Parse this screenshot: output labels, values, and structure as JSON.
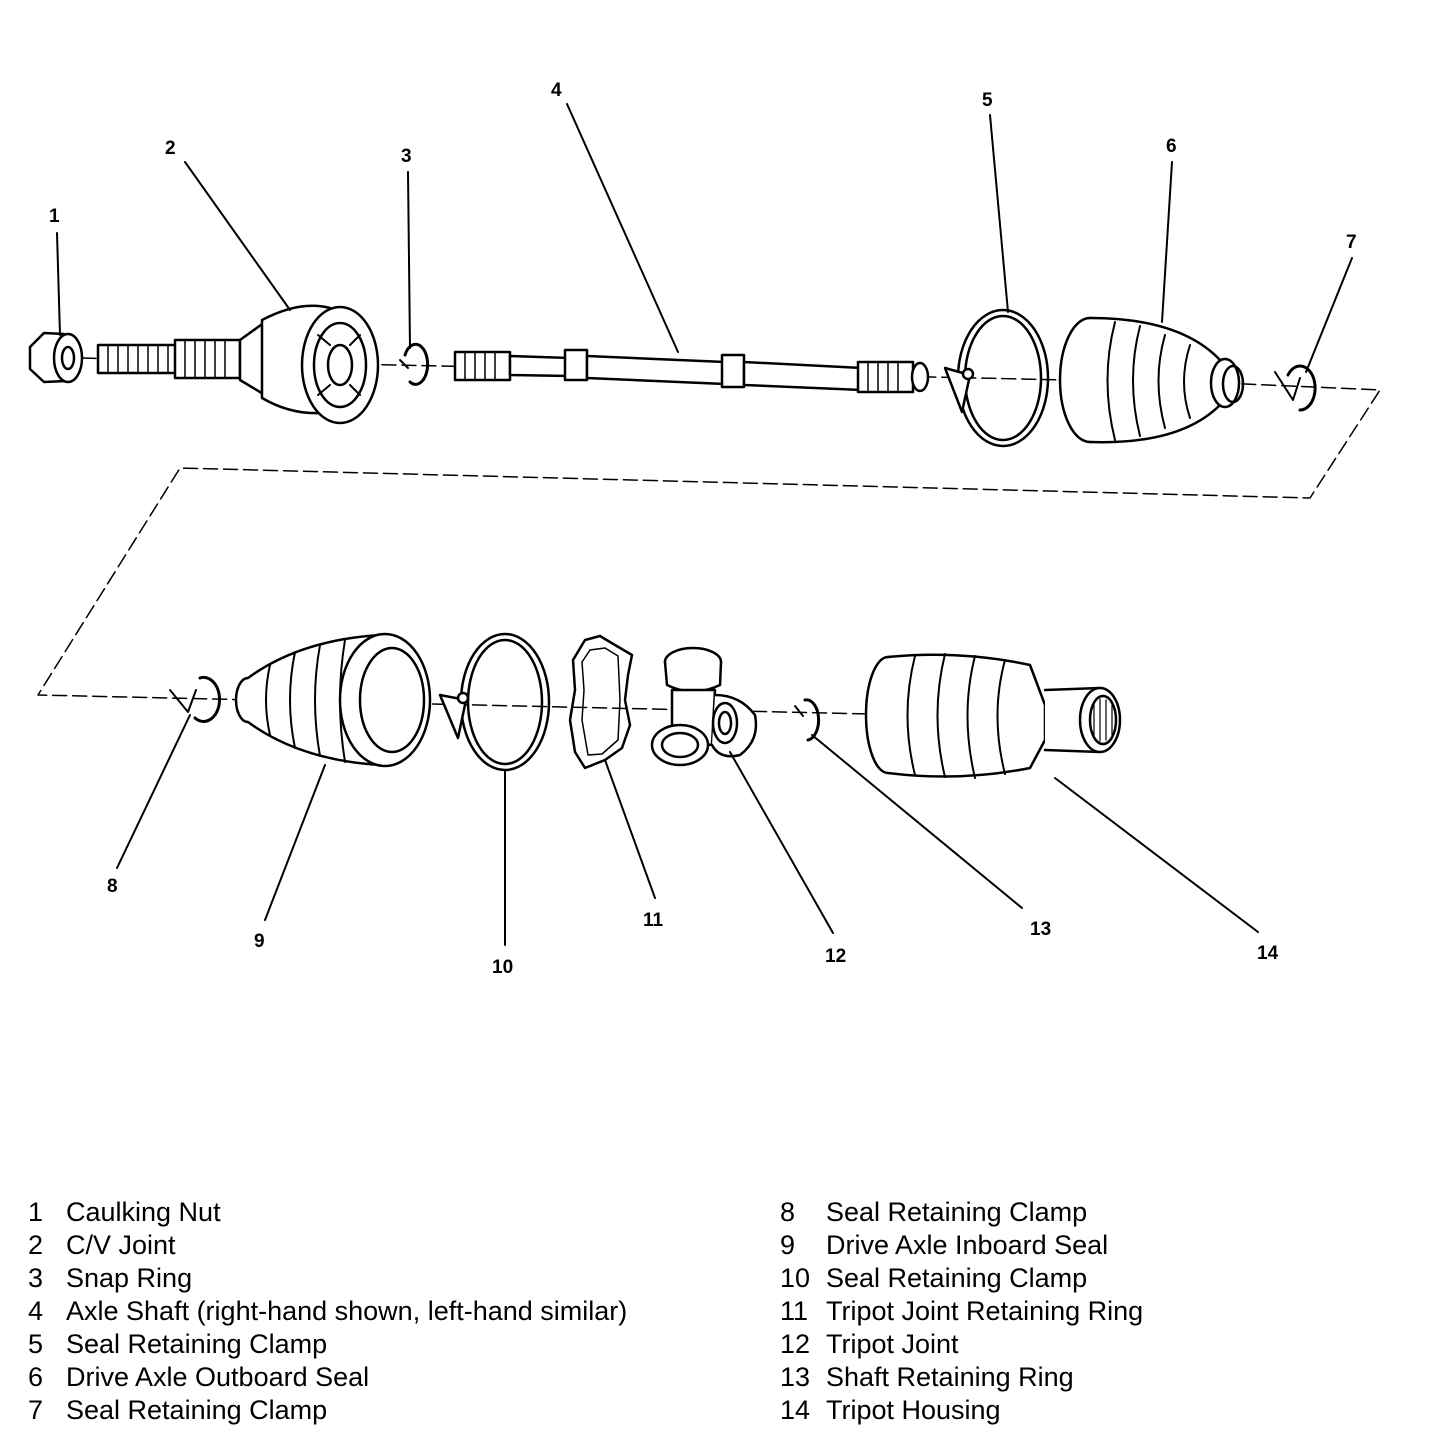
{
  "callouts": {
    "c1": "1",
    "c2": "2",
    "c3": "3",
    "c4": "4",
    "c5": "5",
    "c6": "6",
    "c7": "7",
    "c8": "8",
    "c9": "9",
    "c10": "10",
    "c11": "11",
    "c12": "12",
    "c13": "13",
    "c14": "14"
  },
  "legend": {
    "left": [
      {
        "num": "1",
        "text": "Caulking Nut"
      },
      {
        "num": "2",
        "text": "C/V Joint"
      },
      {
        "num": "3",
        "text": "Snap Ring"
      },
      {
        "num": "4",
        "text": "Axle Shaft (right-hand shown, left-hand similar)"
      },
      {
        "num": "5",
        "text": "Seal Retaining Clamp"
      },
      {
        "num": "6",
        "text": "Drive Axle Outboard Seal"
      },
      {
        "num": "7",
        "text": "Seal Retaining Clamp"
      }
    ],
    "right": [
      {
        "num": "8",
        "text": "Seal Retaining Clamp"
      },
      {
        "num": "9",
        "text": "Drive Axle Inboard Seal"
      },
      {
        "num": "10",
        "text": "Seal Retaining Clamp"
      },
      {
        "num": "11",
        "text": "Tripot Joint Retaining Ring"
      },
      {
        "num": "12",
        "text": "Tripot Joint"
      },
      {
        "num": "13",
        "text": "Shaft Retaining Ring"
      },
      {
        "num": "14",
        "text": "Tripot Housing"
      }
    ]
  }
}
